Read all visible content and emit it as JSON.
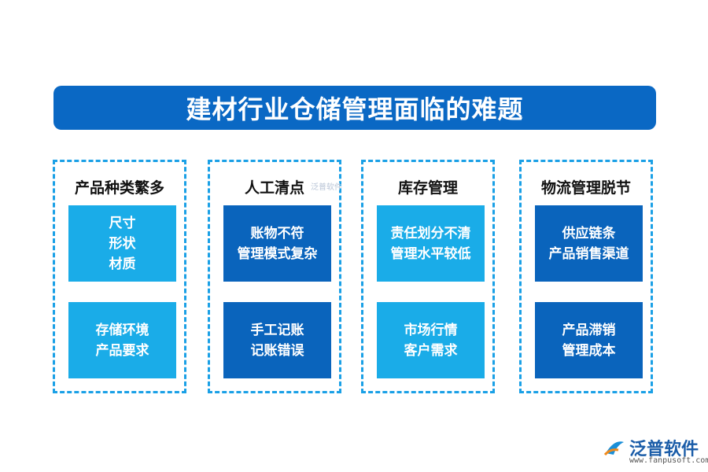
{
  "title": "建材行业仓储管理面临的难题",
  "columns": [
    {
      "heading": "产品种类繁多",
      "top_box": [
        "尺寸",
        "形状",
        "材质"
      ],
      "bottom_box": [
        "存储环境",
        "产品要求"
      ]
    },
    {
      "heading": "人工清点",
      "top_box": [
        "账物不符",
        "管理模式复杂"
      ],
      "bottom_box": [
        "手工记账",
        "记账错误"
      ]
    },
    {
      "heading": "库存管理",
      "top_box": [
        "责任划分不清",
        "管理水平较低"
      ],
      "bottom_box": [
        "市场行情",
        "客户需求"
      ]
    },
    {
      "heading": "物流管理脱节",
      "top_box": [
        "供应链条",
        "产品销售渠道"
      ],
      "bottom_box": [
        "产品滞销",
        "管理成本"
      ]
    }
  ],
  "watermark": "泛普软件",
  "logo": {
    "name": "泛普软件",
    "url": "www.fanpusoft.com",
    "icon": "fanpu-logo-icon"
  },
  "colors": {
    "title_bg": "#0a68c4",
    "light_box": "#1aace8",
    "dark_box": "#0a64bc",
    "border": "#1aa0e6"
  }
}
